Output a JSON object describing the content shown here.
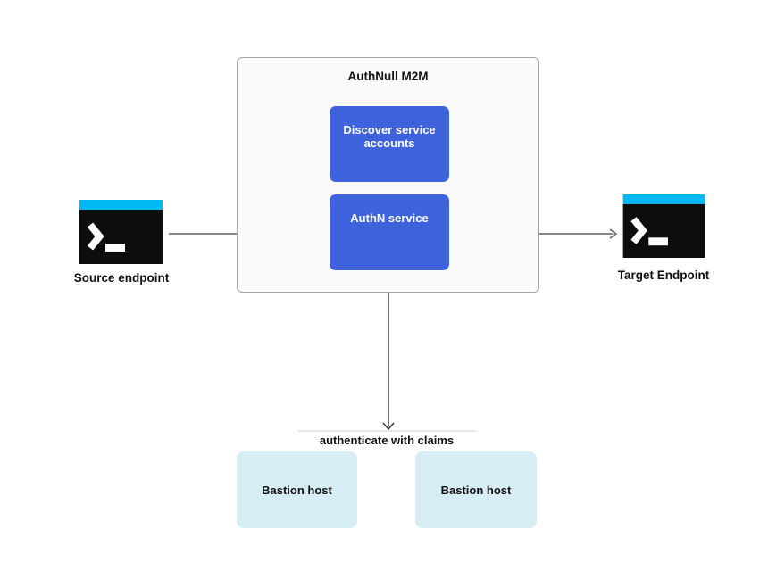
{
  "diagram": {
    "container": {
      "title": "AuthNull M2M",
      "nodes": [
        {
          "id": "discover-service-accounts",
          "label": "Discover service accounts"
        },
        {
          "id": "authn-service",
          "label": "AuthN service"
        }
      ]
    },
    "endpoints": {
      "source": {
        "label": "Source endpoint",
        "icon": "terminal-icon"
      },
      "target": {
        "label": "Target Endpoint",
        "icon": "terminal-icon"
      }
    },
    "edge_label": "authenticate with claims",
    "bastions": [
      {
        "label": "Bastion host"
      },
      {
        "label": "Bastion host"
      }
    ],
    "colors": {
      "node_blue": "#3e63dd",
      "bastion_blue": "#d7edf4",
      "terminal_titlebar": "#00b9f2",
      "terminal_body": "#0d0d0d",
      "container_fill": "#fafafa",
      "container_border": "#a6a6a6",
      "edge_gray": "#757575",
      "edge_dark": "#333333",
      "divider_gray": "#cccccc",
      "text_dark": "#111111",
      "text_on_blue": "#ffffff"
    }
  }
}
